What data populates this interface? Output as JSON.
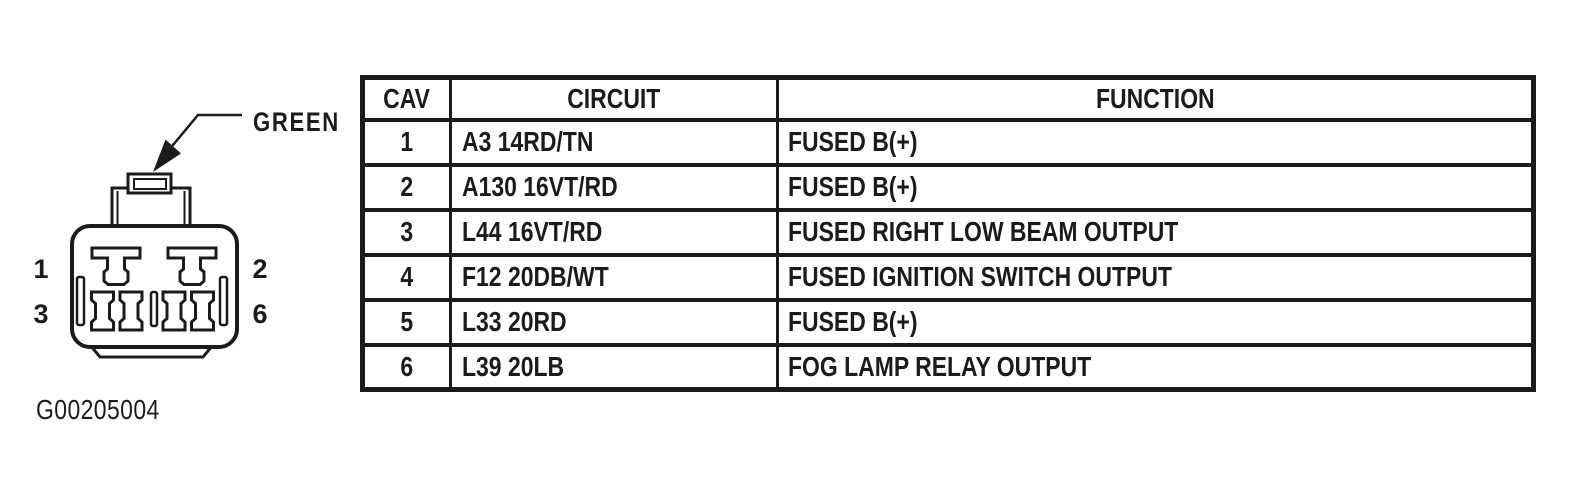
{
  "colors": {
    "ink": "#1b1b1b",
    "paper": "#ffffff"
  },
  "connector": {
    "color_label": "GREEN",
    "pins": {
      "top_left": "1",
      "top_right": "2",
      "bottom_left": "3",
      "bottom_right": "6"
    }
  },
  "figure_id": "G00205004",
  "table": {
    "headers": [
      "CAV",
      "CIRCUIT",
      "FUNCTION"
    ],
    "rows": [
      {
        "cav": "1",
        "circuit": "A3 14RD/TN",
        "function": "FUSED B(+)"
      },
      {
        "cav": "2",
        "circuit": "A130 16VT/RD",
        "function": "FUSED B(+)"
      },
      {
        "cav": "3",
        "circuit": "L44 16VT/RD",
        "function": "FUSED RIGHT LOW BEAM OUTPUT"
      },
      {
        "cav": "4",
        "circuit": "F12 20DB/WT",
        "function": "FUSED IGNITION SWITCH OUTPUT"
      },
      {
        "cav": "5",
        "circuit": "L33 20RD",
        "function": "FUSED B(+)"
      },
      {
        "cav": "6",
        "circuit": "L39 20LB",
        "function": "FOG LAMP RELAY OUTPUT"
      }
    ]
  }
}
